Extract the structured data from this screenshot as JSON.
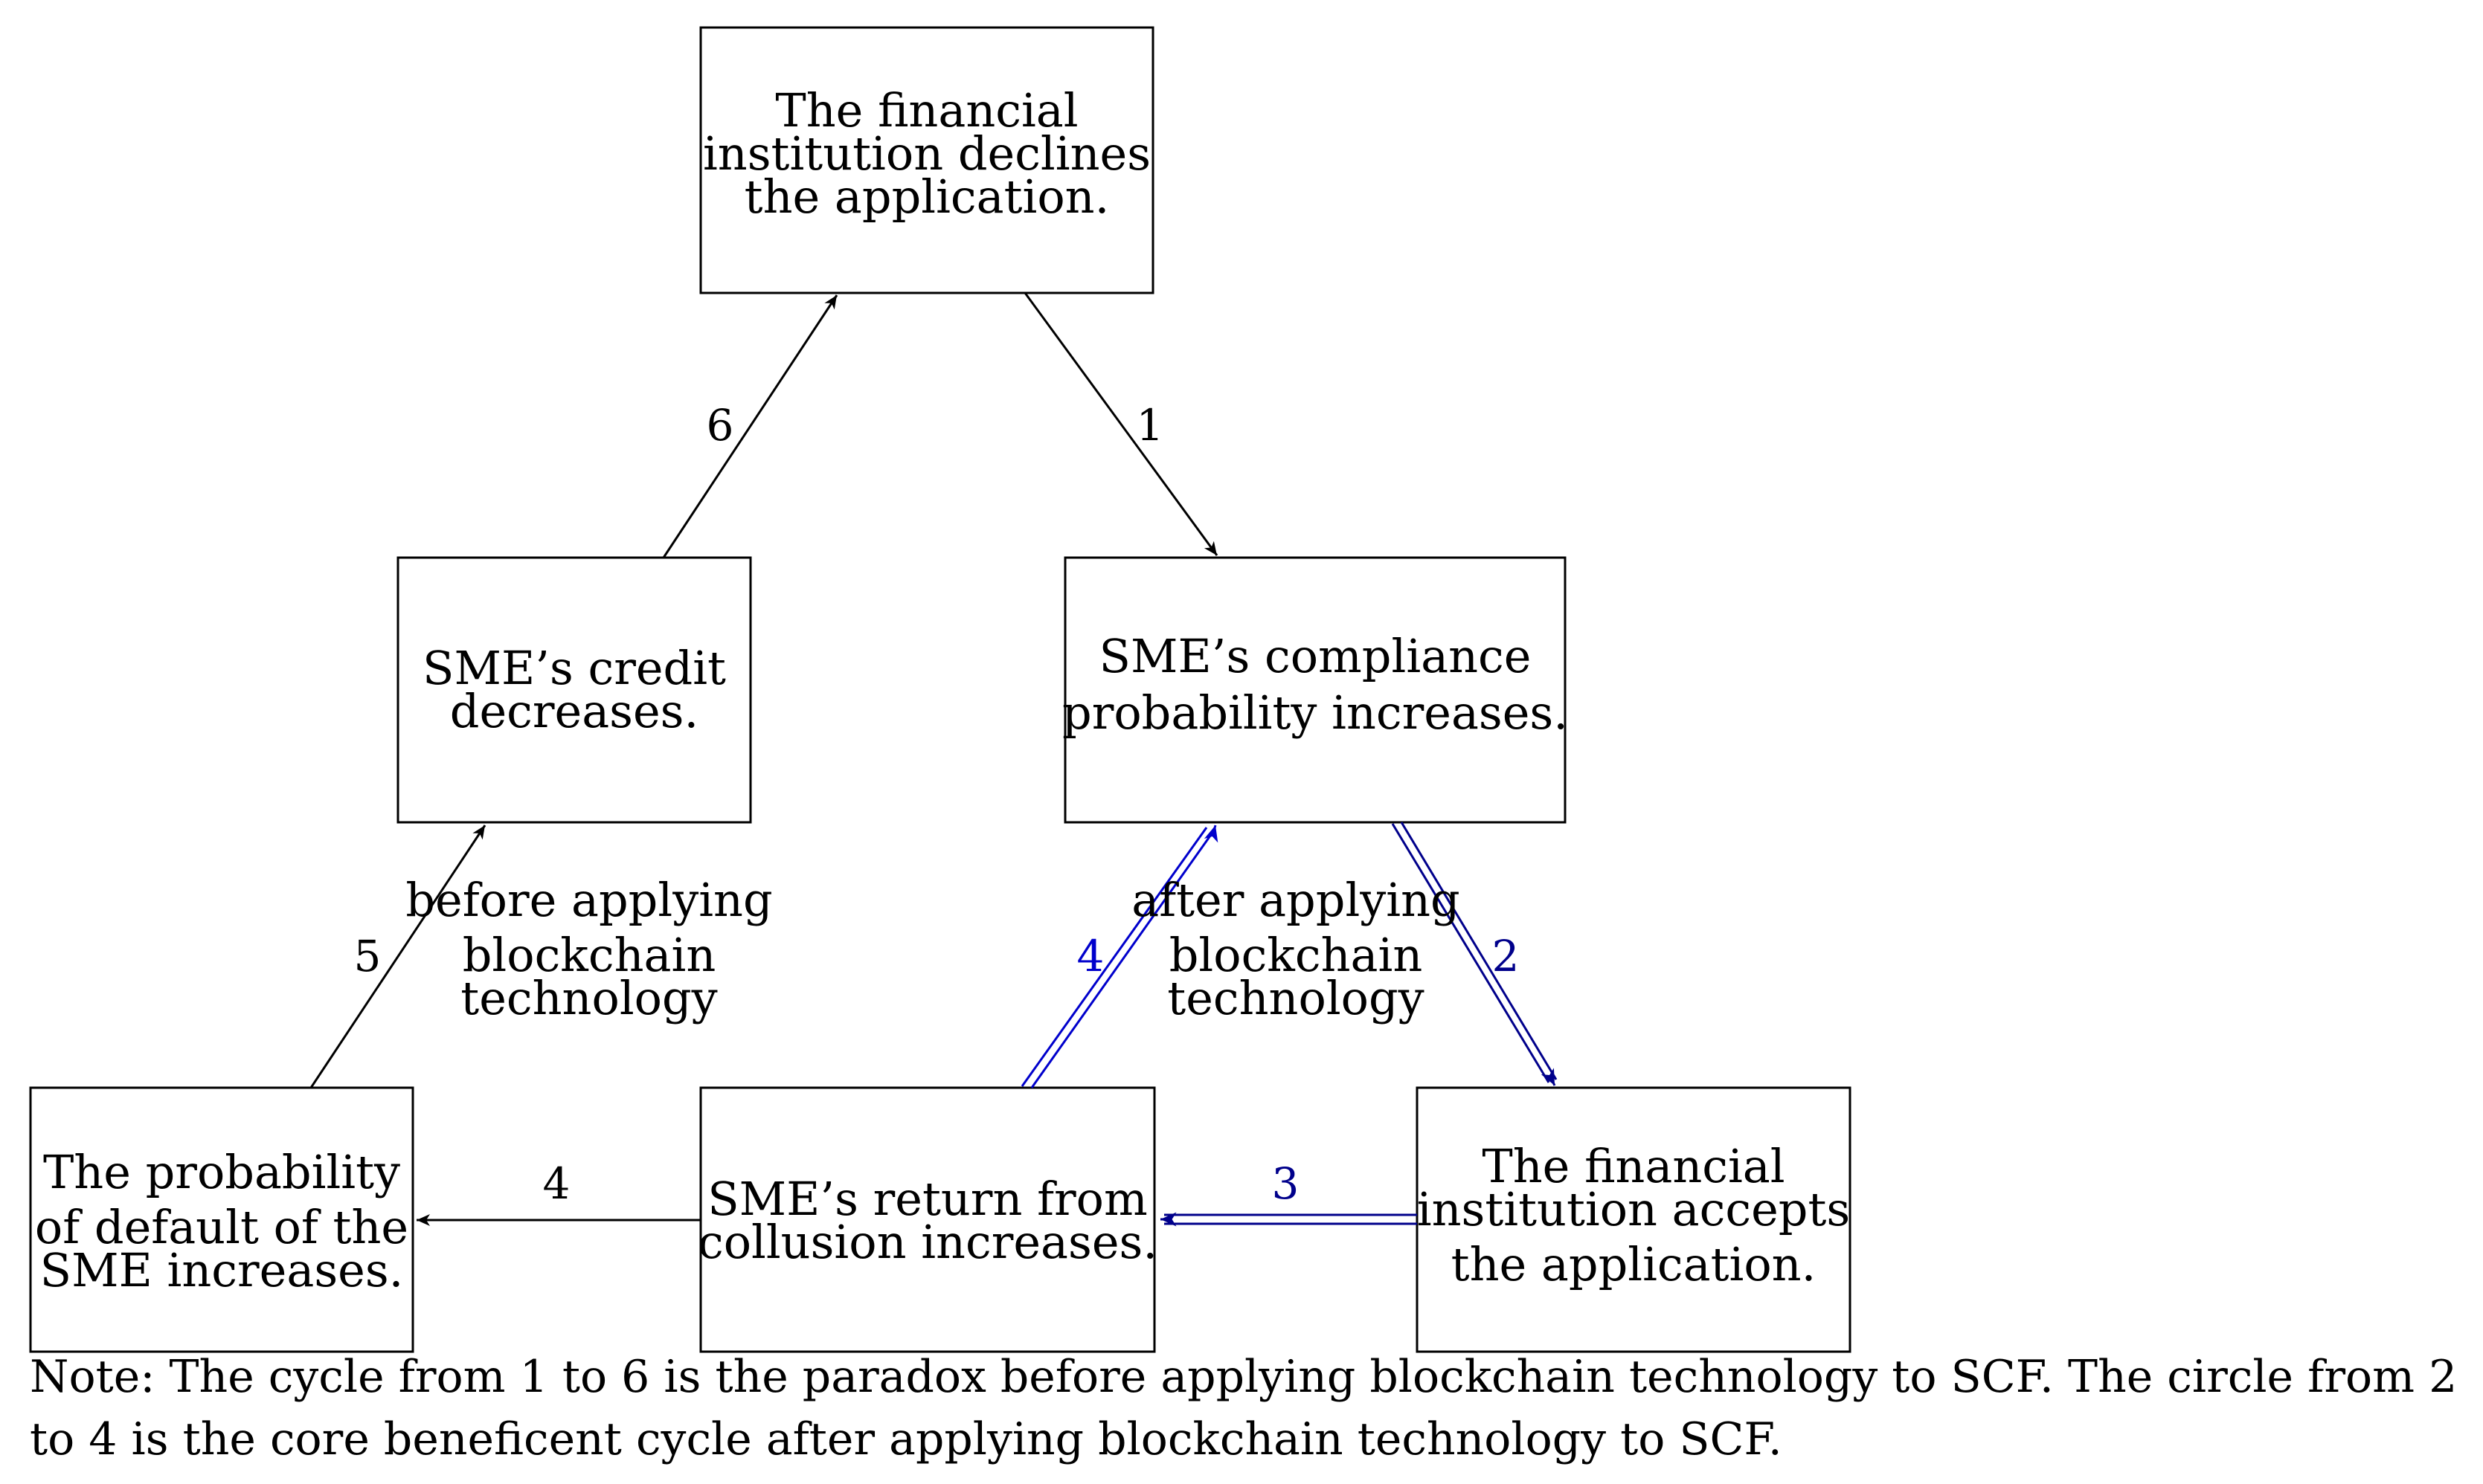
{
  "colors": {
    "black": "#000000",
    "blue": "#0000cc",
    "navy": "#00008b"
  },
  "boxes": {
    "declines": [
      "The financial",
      "institution declines",
      "the application."
    ],
    "compliance": [
      "SME’s compliance",
      "probability increases."
    ],
    "credit": [
      "SME’s credit",
      "decreases."
    ],
    "default": [
      "The probability",
      "of default of the",
      "SME increases."
    ],
    "collusion": [
      "SME’s return from",
      "collusion increases."
    ],
    "accepts": [
      "The financial",
      "institution accepts",
      "the application."
    ]
  },
  "cycle_labels": {
    "before": [
      "before applying",
      "blockchain",
      "technology"
    ],
    "after": [
      "after applying",
      "blockchain",
      "technology"
    ]
  },
  "edges": {
    "e1": "1",
    "e2": "2",
    "e3": "3",
    "e4_blue": "4",
    "e4_black": "4",
    "e5": "5",
    "e6": "6"
  },
  "note": "Note: The cycle from 1 to 6 is the paradox before applying blockchain technology to SCF. The circle from 2 to 4 is the core beneficent cycle after applying blockchain technology to SCF."
}
